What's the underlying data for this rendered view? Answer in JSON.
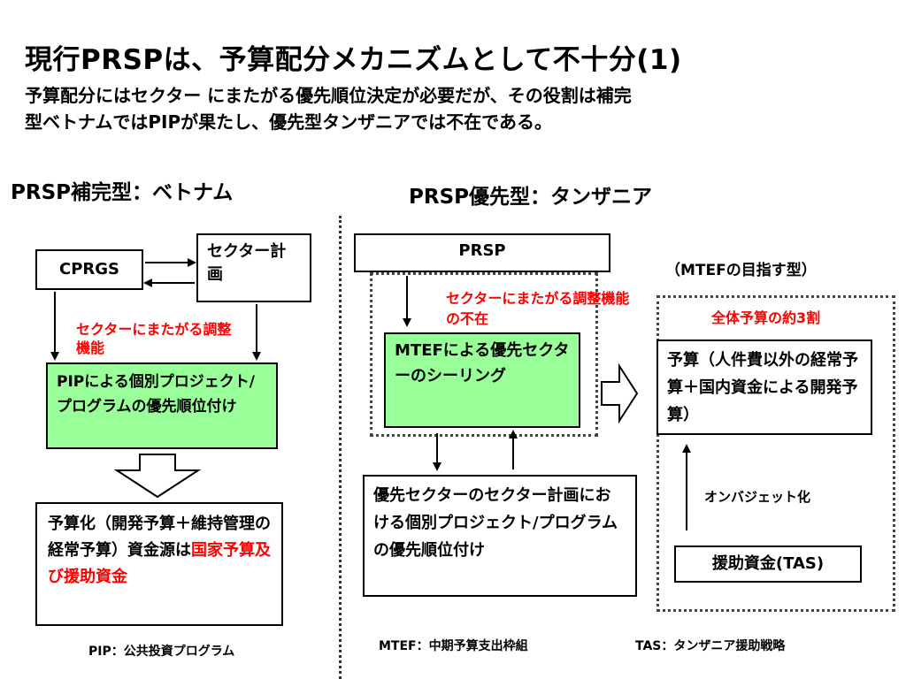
{
  "slide": {
    "title": "現行PRSPは、予算配分メカニズムとして不十分(1)",
    "subtitle_line1": "予算配分にはセクター にまたがる優先順位決定が必要だが、その役割は補完",
    "subtitle_line2": "型ベトナムではPIPが果たし、優先型タンザニアでは不在である。"
  },
  "vietnam": {
    "heading": "PRSP補完型：ベトナム",
    "cprgs": "CPRGS",
    "sector_plan": "セクター計画",
    "cross_sector_label": "セクターにまたがる調整機能",
    "pip_box": "PIPによる個別プロジェクト/プログラムの優先順位付け",
    "budget_box_prefix": "予算化（開発予算＋維持管理の経常予算）資金源は",
    "budget_box_red": "国家予算及び援助資金",
    "footnote": "PIP：公共投資プログラム"
  },
  "tanzania": {
    "heading": "PRSP優先型：タンザニア",
    "prsp": "PRSP",
    "absent_label": "セクターにまたがる調整機能の不在",
    "mtef_box": "MTEFによる優先セクターのシーリング",
    "priority_box": "優先セクターのセクター計画における個別プロジェクト/プログラムの優先順位付け",
    "mtef_type": "（MTEFの目指す型）",
    "share_label": "全体予算の約3割",
    "budget_box": "予算（人件費以外の経常予算＋国内資金による開発予算）",
    "on_budget": "オンバジェット化",
    "aid_box": "援助資金(TAS)",
    "footnote_mtef": "MTEF：中期予算支出枠組",
    "footnote_tas": "TAS：タンザニア援助戦略"
  }
}
